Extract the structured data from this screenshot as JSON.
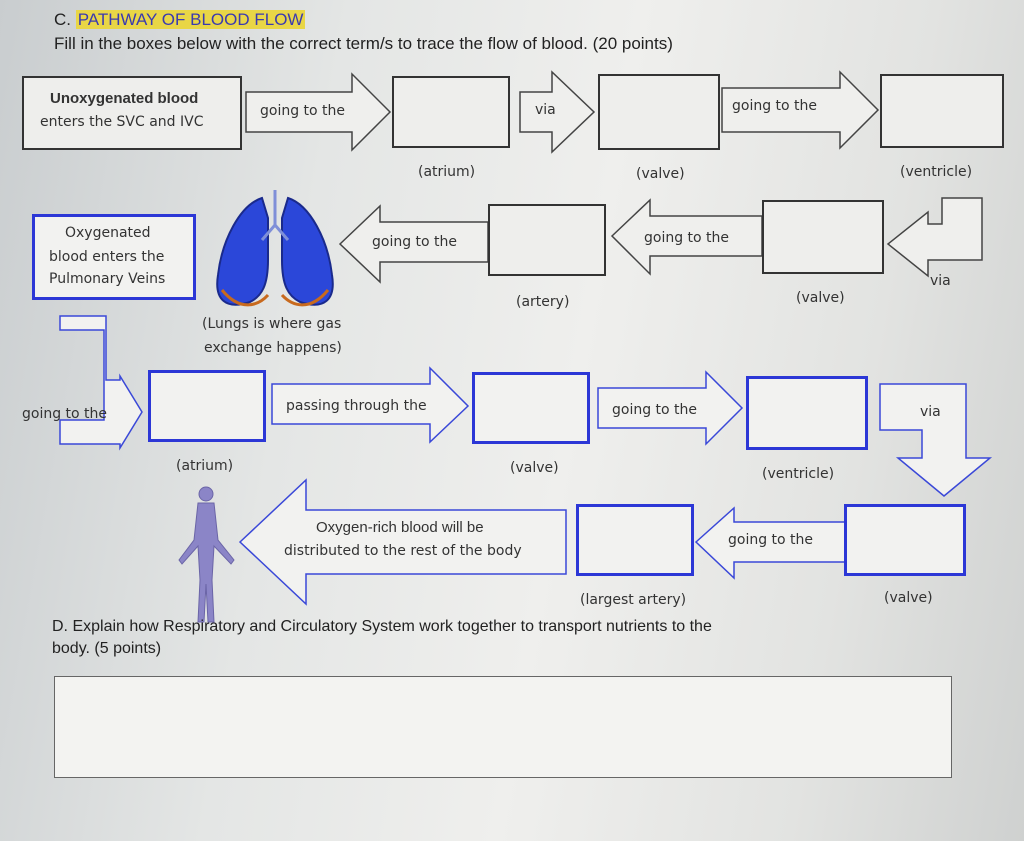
{
  "section_c": {
    "prefix": "C.",
    "title": "PATHWAY OF BLOOD FLOW",
    "instructions": "Fill in the boxes below with the correct term/s to trace the flow of blood. (20 points)"
  },
  "row1": {
    "start_line1": "Unoxygenated blood",
    "start_line2": "enters the SVC and IVC",
    "arrow1": "going to the",
    "arrow2": "via",
    "arrow3": "going to the",
    "label1": "(atrium)",
    "label2": "(valve)",
    "label3": "(ventricle)"
  },
  "row2": {
    "start_line1": "Oxygenated",
    "start_line2": "blood enters the",
    "start_line3": "Pulmonary Veins",
    "lungs_caption_line1": "(Lungs is where gas",
    "lungs_caption_line2": "exchange happens)",
    "arrow_left1": "going to the",
    "arrow_left2": "going to the",
    "corner_via": "via",
    "label_artery": "(artery)",
    "label_valve": "(valve)"
  },
  "row3": {
    "arrow1": "going to the",
    "arrow2": "passing through the",
    "arrow3": "going to the",
    "corner_via": "via",
    "label_atrium": "(atrium)",
    "label_valve": "(valve)",
    "label_ventricle": "(ventricle)"
  },
  "row4": {
    "big_arrow_line1": "Oxygen-rich blood will be",
    "big_arrow_line2": "distributed to the rest of the body",
    "arrow_left": "going to the",
    "label_artery": "(largest artery)",
    "label_valve": "(valve)"
  },
  "section_d": {
    "line1": "D. Explain how Respiratory and Circulatory System work together to transport nutrients to the",
    "line2": "body. (5 points)",
    "answer_value": ""
  },
  "colors": {
    "accent_blue": "#2c37d6",
    "highlight_yellow": "#e9d646",
    "lung_blue": "#2b47d9",
    "border_dark": "#333333"
  },
  "icons": {
    "lungs": "lungs-icon",
    "body": "human-body-icon"
  }
}
